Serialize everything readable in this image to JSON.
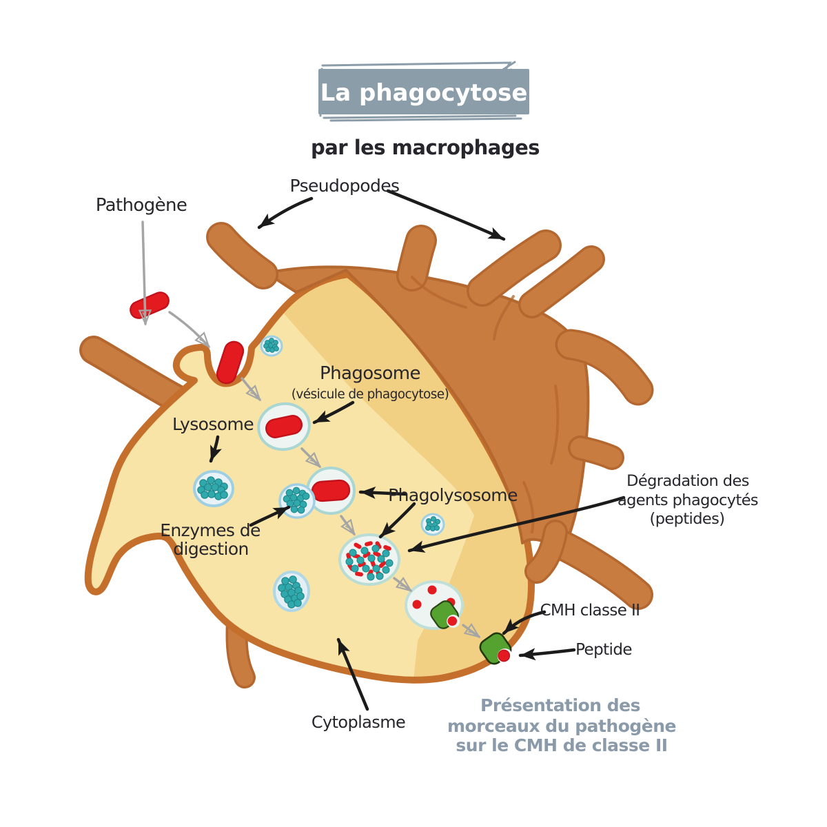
{
  "title": {
    "banner_label": "La phagocytose",
    "subtitle": "par les macrophages"
  },
  "labels": {
    "pathogene": "Pathogène",
    "pseudopodes": "Pseudopodes",
    "phagosome_title": "Phagosome",
    "phagosome_sub": "(vésicule de phagocytose)",
    "lysosome": "Lysosome",
    "enzymes_l1": "Enzymes de",
    "enzymes_l2": "digestion",
    "phagolysosome": "Phagolysosome",
    "degradation_l1": "Dégradation des",
    "degradation_l2": "agents phagocytés",
    "degradation_l3": "(peptides)",
    "cmh": "CMH classe II",
    "peptide": "Peptide",
    "cytoplasme": "Cytoplasme",
    "presentation_l1": "Présentation des",
    "presentation_l2": "morceaux du pathogène",
    "presentation_l3": "sur le CMH de classe II"
  },
  "colors": {
    "banner_bg": "#8C9DAA",
    "banner_text": "#FFFFFF",
    "label_text": "#26262C",
    "presentation_text": "#8A9AA9",
    "cell_back": "#C97C40",
    "cell_back_outline": "#B4672F",
    "membrane": "#C56F2D",
    "cytoplasm_light": "#F8E4A7",
    "cytoplasm_shade": "#F2D083",
    "vesicle_fill": "#EDF4F1",
    "vesicle_border": "#A9D6D2",
    "enzyme_dot": "#2FA9AC",
    "pathogen_red": "#E31B21",
    "receptor_green": "#55A231",
    "arrow_black": "#1B1B1B",
    "arrow_gray": "#A5A5A5"
  }
}
